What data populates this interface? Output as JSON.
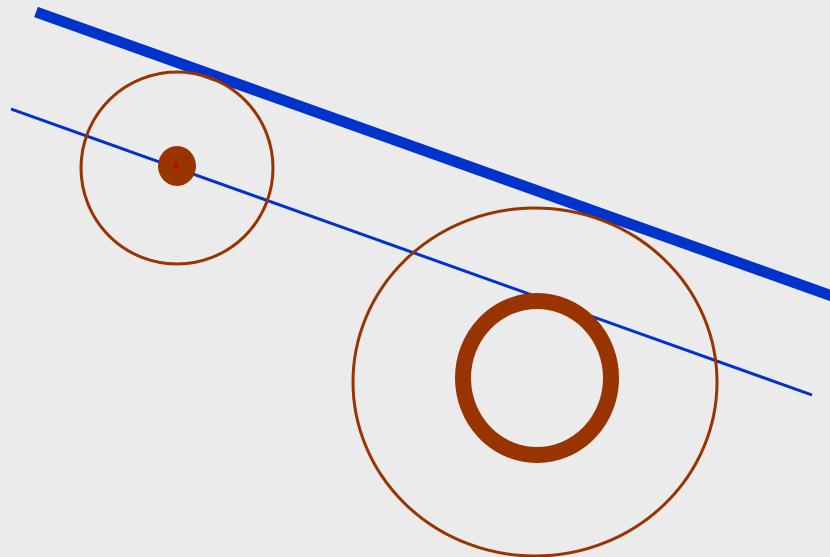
{
  "diagram": {
    "background_color": "#ebebeb",
    "colors": {
      "line": "#0033cc",
      "circle": "#993300",
      "center_mark": "#cc0000"
    },
    "shapes": [
      "thick-tangent-line",
      "thin-line",
      "small-circle",
      "small-circle-center-dot",
      "large-circle",
      "large-inner-ring"
    ]
  }
}
